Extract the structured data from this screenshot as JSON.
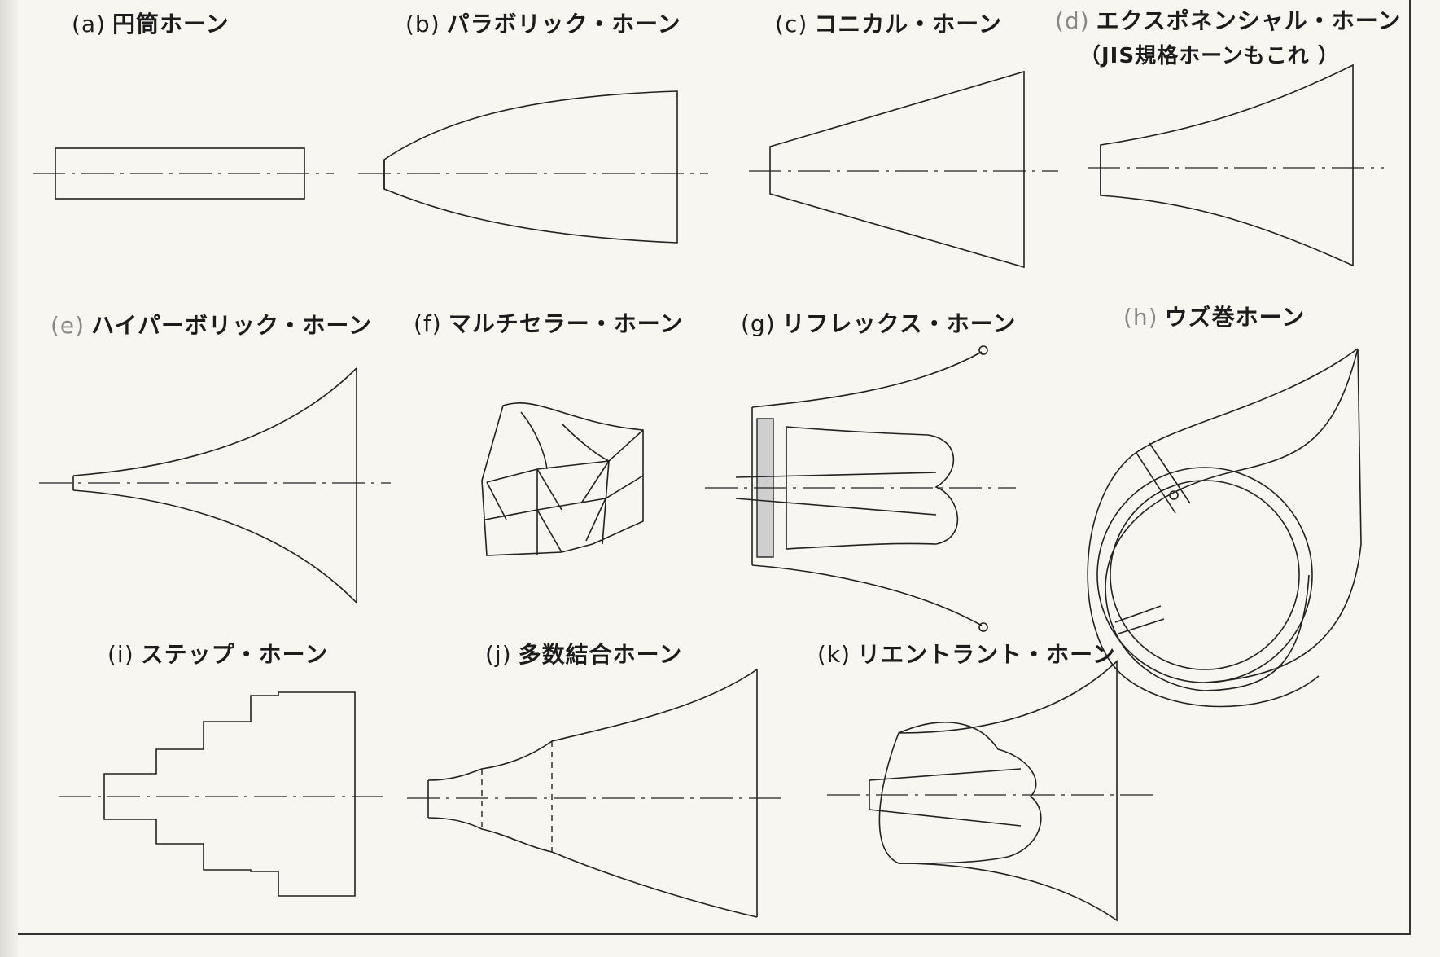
{
  "labels": {
    "a": {
      "index": "(a)",
      "name": "円筒ホーン"
    },
    "b": {
      "index": "(b)",
      "name": "パラボリック・ホーン"
    },
    "c": {
      "index": "(c)",
      "name": "コニカル・ホーン"
    },
    "d": {
      "index": "(d)",
      "name": "エクスポネンシャル・ホーン",
      "note": "（JIS規格ホーンもこれ ）"
    },
    "e": {
      "index": "(e)",
      "name": "ハイパーボリック・ホーン"
    },
    "f": {
      "index": "(f)",
      "name": "マルチセラー・ホーン"
    },
    "g": {
      "index": "(g)",
      "name": "リフレックス・ホーン"
    },
    "h": {
      "index": "(h)",
      "name": "ウズ巻ホーン"
    },
    "i": {
      "index": "(i)",
      "name": "ステップ・ホーン"
    },
    "j": {
      "index": "(j)",
      "name": "多数結合ホーン"
    },
    "k": {
      "index": "(k)",
      "name": "リエントラント・ホーン"
    }
  },
  "colors": {
    "ink": "#222222",
    "paper": "#f7f6f1"
  }
}
